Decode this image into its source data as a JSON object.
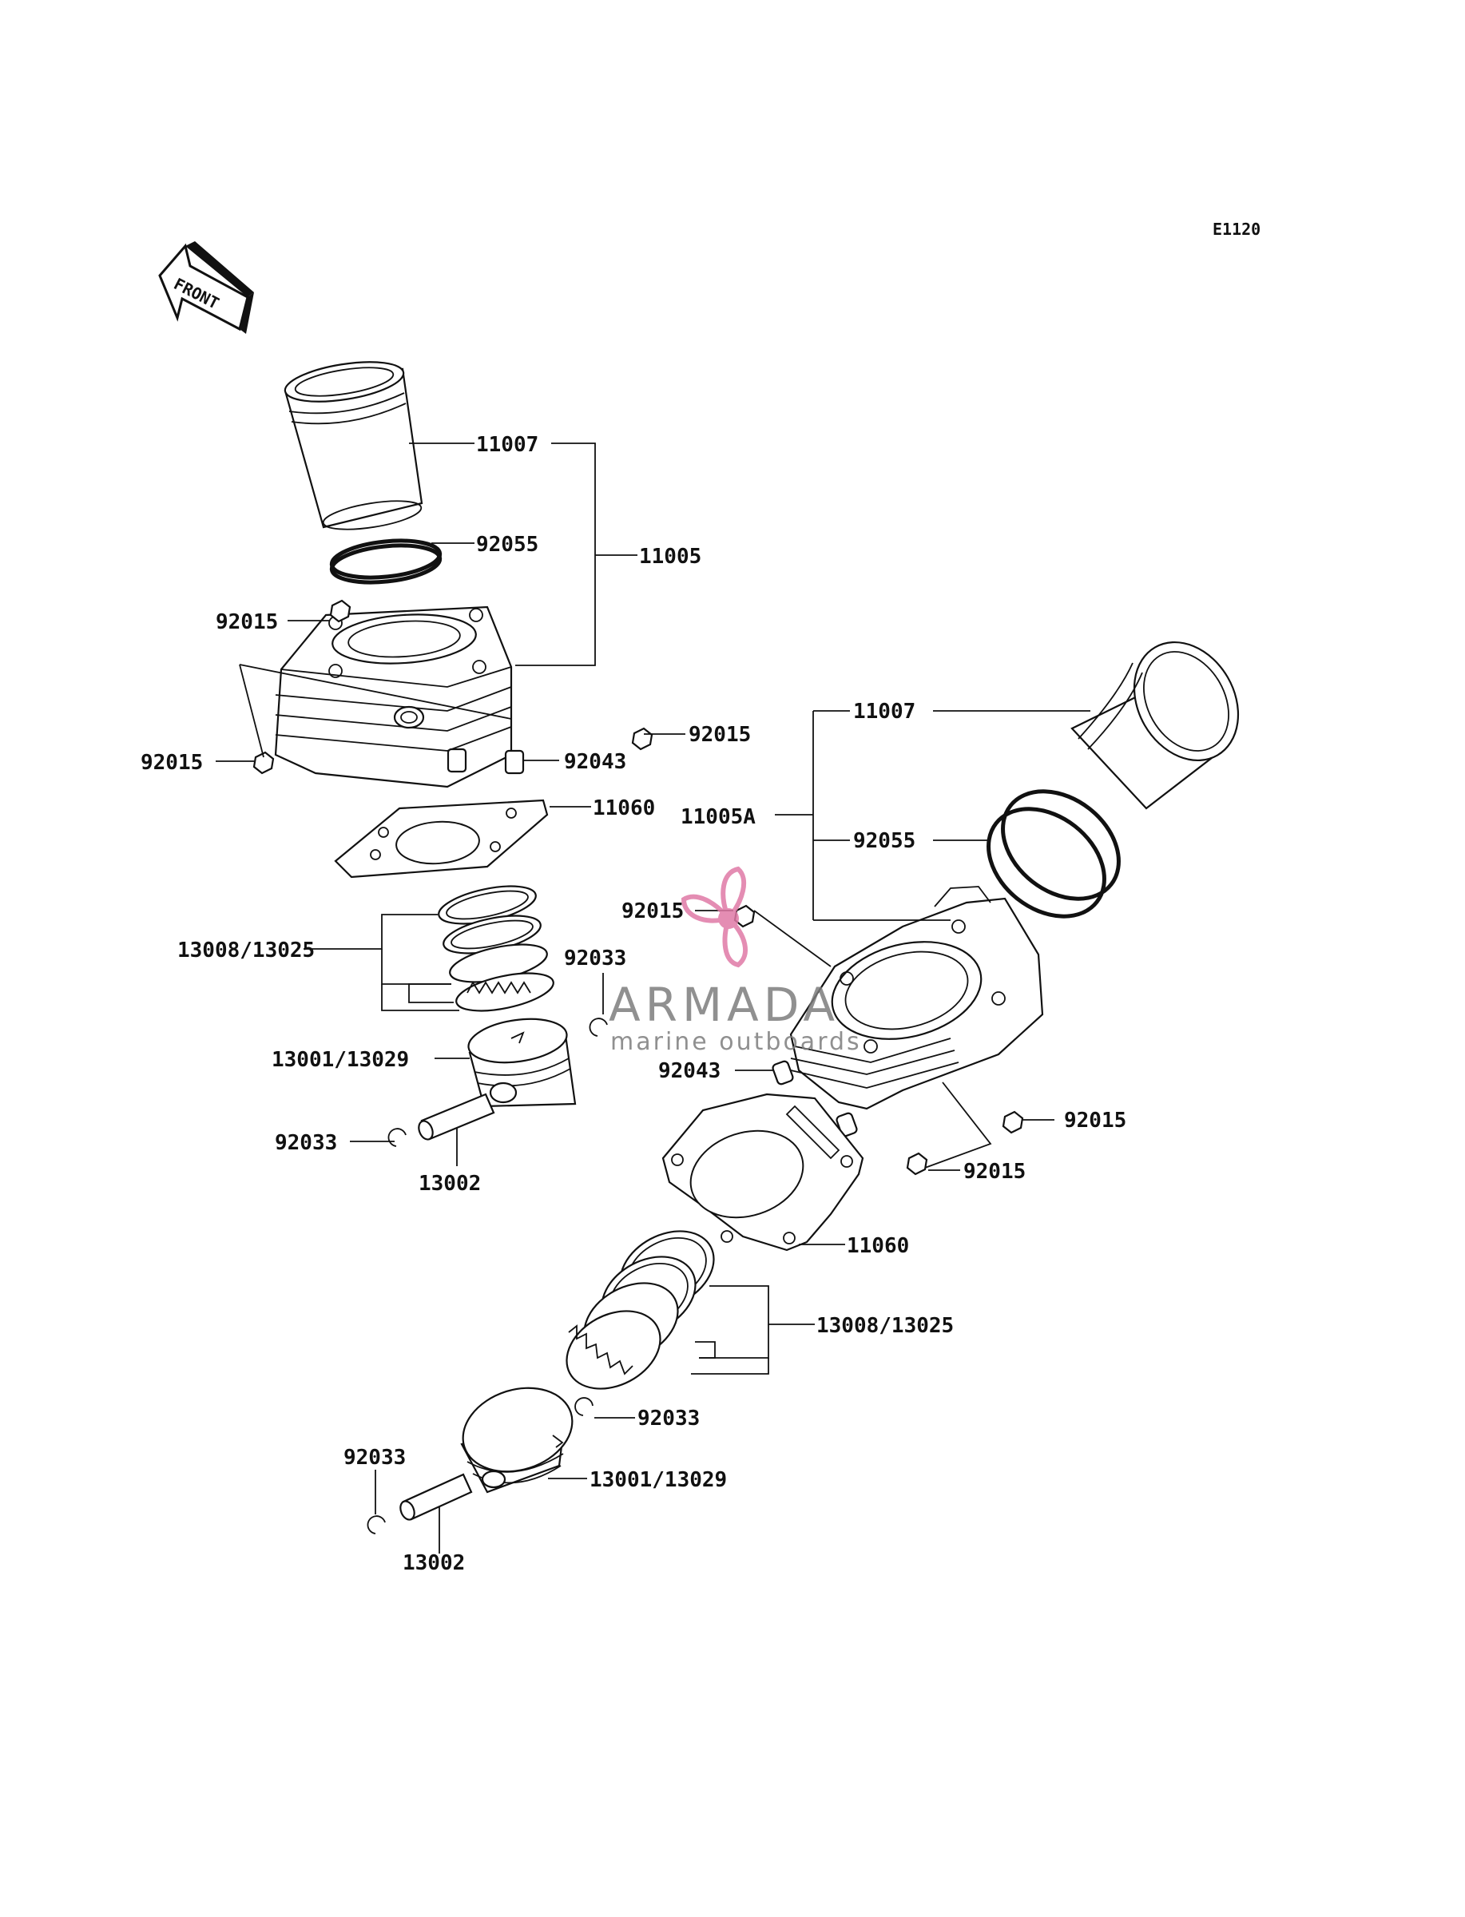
{
  "diagram_code": "E1120",
  "front_label": "FRONT",
  "watermark": {
    "brand": "ARMADA",
    "tagline": "marine outboards",
    "logo_color": "#e07aa6"
  },
  "left_assembly": {
    "sleeve": "11007",
    "o_ring": "92055",
    "cylinder_assy": "11005",
    "nut_top": "92015",
    "nut_right": "92015",
    "nut_left": "92015",
    "dowel": "92043",
    "gasket": "11060",
    "piston_rings": "13008/13025",
    "circlip_right": "92033",
    "piston": "13001/13029",
    "circlip_left": "92033",
    "piston_pin": "13002"
  },
  "right_assembly": {
    "sleeve": "11007",
    "cylinder_assy": "11005A",
    "o_ring": "92055",
    "nut_top": "92015",
    "dowel": "92043",
    "nut_right_a": "92015",
    "nut_right_b": "92015",
    "gasket": "11060",
    "piston_rings": "13008/13025",
    "circlip_right": "92033",
    "circlip_left": "92033",
    "piston": "13001/13029",
    "piston_pin": "13002"
  }
}
